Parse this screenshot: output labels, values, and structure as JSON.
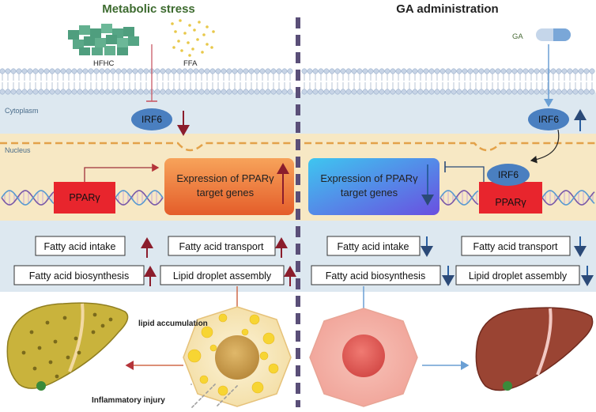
{
  "titles": {
    "left": "Metabolic stress",
    "right": "GA administration"
  },
  "labels": {
    "hfhc": "HFHC",
    "ffa": "FFA",
    "ga": "GA",
    "cytoplasm": "Cytoplasm",
    "nucleus": "Nucleus",
    "irf6": "IRF6",
    "ppar": "PPARγ",
    "expression_line1": "Expression of PPARγ",
    "expression_line2": "target genes",
    "lipid_accumulation": "lipid accumulation",
    "inflammatory_injury": "Inflammatory injury"
  },
  "left_panel": {
    "boxes": [
      {
        "text": "Fatty acid intake",
        "arrow": "up"
      },
      {
        "text": "Fatty acid biosynthesis",
        "arrow": "up"
      },
      {
        "text": "Fatty acid transport",
        "arrow": "up"
      },
      {
        "text": "Lipid droplet assembly",
        "arrow": "up"
      }
    ]
  },
  "right_panel": {
    "boxes": [
      {
        "text": "Fatty acid intake",
        "arrow": "down"
      },
      {
        "text": "Fatty acid biosynthesis",
        "arrow": "down"
      },
      {
        "text": "Fatty acid transport",
        "arrow": "down"
      },
      {
        "text": "Lipid droplet assembly",
        "arrow": "down"
      }
    ]
  },
  "colors": {
    "up_arrow": "#8b1d2c",
    "down_arrow": "#2a5fa0",
    "divider": "#5a4f78",
    "cytoplasm_bg": "#dde8f0",
    "nucleus_bg": "#f7e8c4",
    "irf6_fill": "#4a7fc0",
    "ppar_fill": "#e8252d"
  }
}
